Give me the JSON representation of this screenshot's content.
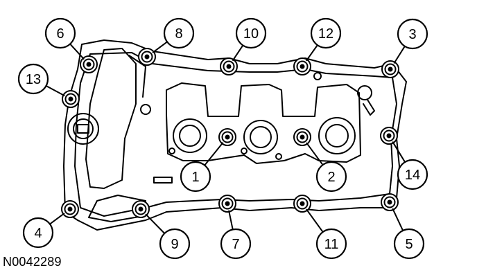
{
  "figure_id": "N0042289",
  "callouts": [
    {
      "number": "1",
      "bolt": "front-inner-left"
    },
    {
      "number": "2",
      "bolt": "front-inner-right"
    },
    {
      "number": "3",
      "bolt": "rear-top-right"
    },
    {
      "number": "4",
      "bolt": "front-bottom-left"
    },
    {
      "number": "5",
      "bolt": "front-bottom-right"
    },
    {
      "number": "6",
      "bolt": "rear-top-left"
    },
    {
      "number": "7",
      "bolt": "bottom-mid-left"
    },
    {
      "number": "8",
      "bolt": "top-left-mid"
    },
    {
      "number": "9",
      "bolt": "bottom-left-mid"
    },
    {
      "number": "10",
      "bolt": "top-mid-left"
    },
    {
      "number": "11",
      "bolt": "bottom-mid-right"
    },
    {
      "number": "12",
      "bolt": "top-mid-right"
    },
    {
      "number": "13",
      "bolt": "left-upper"
    },
    {
      "number": "14",
      "bolt": "right-middle"
    }
  ]
}
